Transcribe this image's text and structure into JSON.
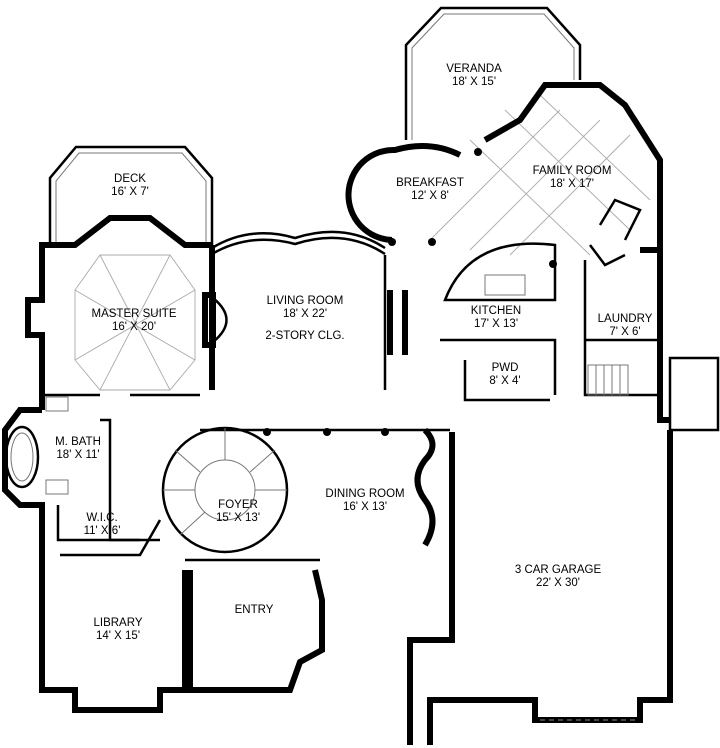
{
  "rooms": {
    "veranda": {
      "name": "VERANDA",
      "size": "18' X 15'"
    },
    "family_room": {
      "name": "FAMILY ROOM",
      "size": "18' X 17'"
    },
    "breakfast": {
      "name": "BREAKFAST",
      "size": "12' X 8'"
    },
    "deck": {
      "name": "DECK",
      "size": "16' X 7'"
    },
    "master_suite": {
      "name": "MASTER SUITE",
      "size": "16' X 20'"
    },
    "living_room": {
      "name": "LIVING ROOM",
      "size": "18' X 22'",
      "note": "2-STORY CLG."
    },
    "kitchen": {
      "name": "KITCHEN",
      "size": "17' X 13'"
    },
    "laundry": {
      "name": "LAUNDRY",
      "size": "7' X 6'"
    },
    "pwd": {
      "name": "PWD",
      "size": "8' X 4'"
    },
    "m_bath": {
      "name": "M. BATH",
      "size": "18' X 11'"
    },
    "foyer": {
      "name": "FOYER",
      "size": "15' X 13'"
    },
    "dining_room": {
      "name": "DINING ROOM",
      "size": "16' X 13'"
    },
    "wic": {
      "name": "W.I.C.",
      "size": "11' X 6'"
    },
    "garage": {
      "name": "3 CAR GARAGE",
      "size": "22' X 30'"
    },
    "library": {
      "name": "LIBRARY",
      "size": "14' X 15'"
    },
    "entry": {
      "name": "ENTRY"
    }
  }
}
